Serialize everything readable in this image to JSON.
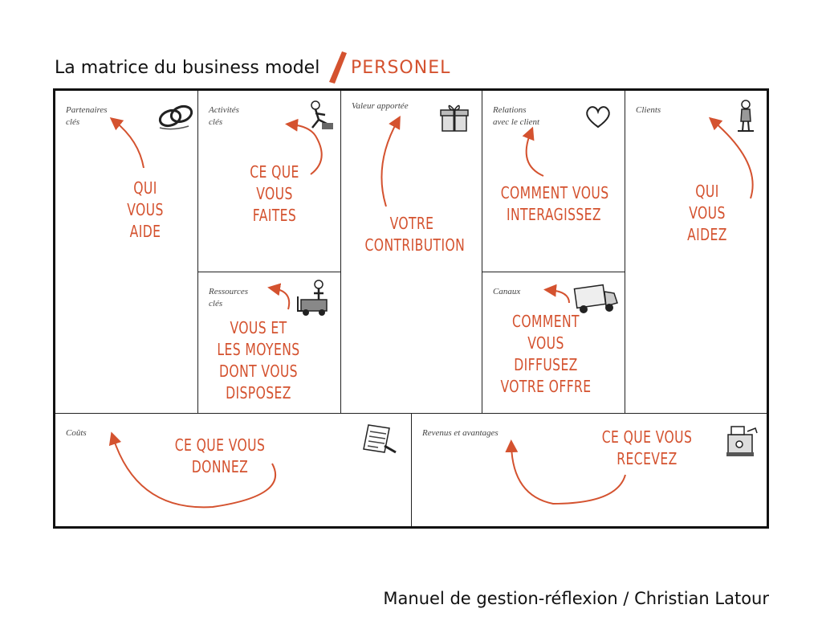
{
  "header": {
    "title": "La matrice du business model",
    "variant": "PERSONEL"
  },
  "blocks": {
    "key_partners": {
      "label": "Partenaires\nclés",
      "note": "QUI\nVOUS\nAIDE"
    },
    "key_activities": {
      "label": "Activités\nclés",
      "note": "CE QUE\nVOUS\nFAITES"
    },
    "key_resources": {
      "label": "Ressources\nclés",
      "note": "VOUS ET\nLES MOYENS\nDONT VOUS\nDISPOSEZ"
    },
    "value_proposition": {
      "label": "Valeur apportée",
      "note": "VOTRE\nCONTRIBUTION"
    },
    "customer_relationships": {
      "label": "Relations\navec le client",
      "note": "COMMENT VOUS\nINTERAGISSEZ"
    },
    "channels": {
      "label": "Canaux",
      "note": "COMMENT\nVOUS\nDIFFUSEZ\nVOTRE OFFRE"
    },
    "customers": {
      "label": "Clients",
      "note": "QUI\nVOUS\nAIDEZ"
    },
    "costs": {
      "label": "Coûts",
      "note": "CE QUE VOUS\nDONNEZ"
    },
    "revenues": {
      "label": "Revenus et avantages",
      "note": "CE QUE VOUS\nRECEVEZ"
    }
  },
  "footer": {
    "credit": "Manuel de gestion-réflexion / Christian Latour"
  },
  "colors": {
    "accent": "#d4522f",
    "ink": "#111111"
  },
  "icons": [
    "chain-link-icon",
    "worker-icon",
    "gift-box-icon",
    "heart-icon",
    "person-icon",
    "forklift-icon",
    "delivery-truck-icon",
    "invoice-icon",
    "cash-register-icon"
  ]
}
